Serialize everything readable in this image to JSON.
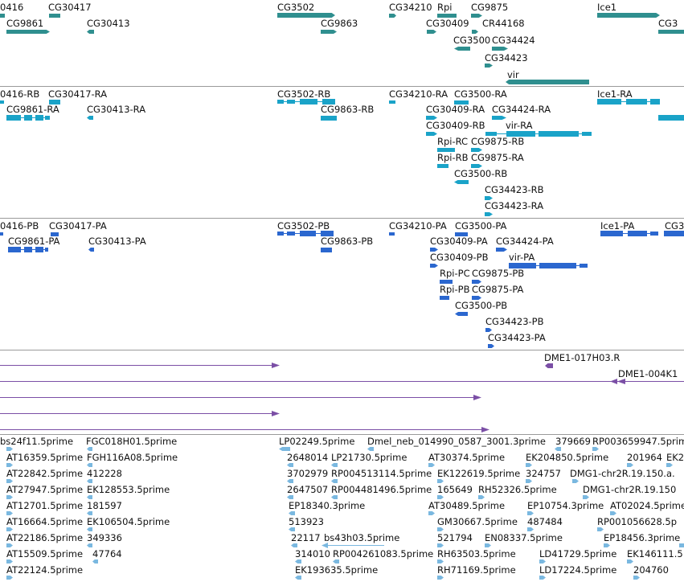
{
  "colors": {
    "gene": "#2f8f8f",
    "transcript": "#1aa3c8",
    "protein": "#2b67cf",
    "clone": "#7b4fa6",
    "est": "#7ab8e0",
    "divider": "#9a9a9a"
  },
  "tracks": [
    {
      "id": "genes",
      "color": "#2f8f8f",
      "features": [
        {
          "label": "0416",
          "dir": "right"
        },
        {
          "label": "CG30417",
          "dir": "left"
        },
        {
          "label": "CG3502",
          "dir": "right"
        },
        {
          "label": "CG34210",
          "dir": "right"
        },
        {
          "label": "Rpi",
          "dir": "right"
        },
        {
          "label": "CG9875",
          "dir": "right"
        },
        {
          "label": "Ice1",
          "dir": "right"
        },
        {
          "label": "CG9861",
          "dir": "right"
        },
        {
          "label": "CG30413",
          "dir": "left"
        },
        {
          "label": "CG9863",
          "dir": "right"
        },
        {
          "label": "CG30409",
          "dir": "right"
        },
        {
          "label": "CR44168",
          "dir": "right"
        },
        {
          "label": "CG3",
          "dir": "right"
        },
        {
          "label": "CG3500",
          "dir": "left"
        },
        {
          "label": "CG34424",
          "dir": "right"
        },
        {
          "label": "CG34423",
          "dir": "right"
        },
        {
          "label": "vir",
          "dir": "left"
        }
      ]
    },
    {
      "id": "transcripts",
      "color": "#1aa3c8",
      "features": [
        {
          "label": "0416-RB",
          "dir": "right"
        },
        {
          "label": "CG30417-RA",
          "dir": "left"
        },
        {
          "label": "CG3502-RB",
          "dir": "left"
        },
        {
          "label": "CG34210-RA",
          "dir": "right"
        },
        {
          "label": "CG3500-RA",
          "dir": "left"
        },
        {
          "label": "Ice1-RA",
          "dir": "right"
        },
        {
          "label": "CG9861-RA",
          "dir": "right"
        },
        {
          "label": "CG30413-RA",
          "dir": "left"
        },
        {
          "label": "CG9863-RB",
          "dir": "right"
        },
        {
          "label": "CG30409-RA",
          "dir": "right"
        },
        {
          "label": "CG34424-RA",
          "dir": "right"
        },
        {
          "label": "CG30409-RB",
          "dir": "right"
        },
        {
          "label": "vir-RA",
          "dir": "left"
        },
        {
          "label": "Rpi-RC",
          "dir": "right"
        },
        {
          "label": "CG9875-RB",
          "dir": "right"
        },
        {
          "label": "Rpi-RB",
          "dir": "right"
        },
        {
          "label": "CG9875-RA",
          "dir": "right"
        },
        {
          "label": "CG3500-RB",
          "dir": "left"
        },
        {
          "label": "CG34423-RB",
          "dir": "right"
        },
        {
          "label": "CG34423-RA",
          "dir": "right"
        }
      ]
    },
    {
      "id": "proteins",
      "color": "#2b67cf",
      "features": [
        {
          "label": "0416-PB",
          "dir": "right"
        },
        {
          "label": "CG30417-PA",
          "dir": "left"
        },
        {
          "label": "CG3502-PB",
          "dir": "left"
        },
        {
          "label": "CG34210-PA",
          "dir": "right"
        },
        {
          "label": "CG3500-PA",
          "dir": "left"
        },
        {
          "label": "Ice1-PA",
          "dir": "right"
        },
        {
          "label": "CG3",
          "dir": "right"
        },
        {
          "label": "CG9861-PA",
          "dir": "right"
        },
        {
          "label": "CG30413-PA",
          "dir": "left"
        },
        {
          "label": "CG9863-PB",
          "dir": "right"
        },
        {
          "label": "CG30409-PA",
          "dir": "right"
        },
        {
          "label": "CG34424-PA",
          "dir": "right"
        },
        {
          "label": "CG30409-PB",
          "dir": "right"
        },
        {
          "label": "vir-PA",
          "dir": "left"
        },
        {
          "label": "Rpi-PC",
          "dir": "right"
        },
        {
          "label": "CG9875-PB",
          "dir": "right"
        },
        {
          "label": "Rpi-PB",
          "dir": "right"
        },
        {
          "label": "CG9875-PA",
          "dir": "right"
        },
        {
          "label": "CG3500-PB",
          "dir": "left"
        },
        {
          "label": "CG34423-PB",
          "dir": "right"
        },
        {
          "label": "CG34423-PA",
          "dir": "right"
        }
      ]
    },
    {
      "id": "clones",
      "color": "#7b4fa6",
      "features": [
        {
          "label": "",
          "dir": "right"
        },
        {
          "label": "DME1-017H03.R",
          "dir": "left"
        },
        {
          "label": "DME1-004K1",
          "dir": "left"
        },
        {
          "label": "",
          "dir": "right"
        },
        {
          "label": "",
          "dir": "right"
        },
        {
          "label": "",
          "dir": "right"
        }
      ]
    },
    {
      "id": "ests",
      "color": "#7ab8e0",
      "features": [
        {
          "label": "bs24f11.5prime",
          "dir": "right"
        },
        {
          "label": "FGC018H01.5prime",
          "dir": "left"
        },
        {
          "label": "LP02249.5prime",
          "dir": "left"
        },
        {
          "label": "Dmel_neb_014990_0587_3001.3prime",
          "dir": "left"
        },
        {
          "label": "379669",
          "dir": "left"
        },
        {
          "label": "RP003659947.5prime",
          "dir": "right"
        },
        {
          "label": "AT16359.5prime",
          "dir": "right"
        },
        {
          "label": "FGH116A08.5prime",
          "dir": "left"
        },
        {
          "label": "2648014",
          "dir": "left"
        },
        {
          "label": "LP21730.5prime",
          "dir": "left"
        },
        {
          "label": "AT30374.5prime",
          "dir": "right"
        },
        {
          "label": "EK204850.5prime",
          "dir": "right"
        },
        {
          "label": "201964",
          "dir": "right"
        },
        {
          "label": "EK2",
          "dir": "right"
        },
        {
          "label": "AT22842.5prime",
          "dir": "right"
        },
        {
          "label": "412228",
          "dir": "left"
        },
        {
          "label": "3702979",
          "dir": "left"
        },
        {
          "label": "RP004513114.5prime",
          "dir": "left"
        },
        {
          "label": "EK122619.5prime",
          "dir": "right"
        },
        {
          "label": "324757",
          "dir": "right"
        },
        {
          "label": "DMG1-chr2R.19.150.a.",
          "dir": "right"
        },
        {
          "label": "AT27947.5prime",
          "dir": "right"
        },
        {
          "label": "EK128553.5prime",
          "dir": "left"
        },
        {
          "label": "2647507",
          "dir": "left"
        },
        {
          "label": "RP004481496.5prime",
          "dir": "left"
        },
        {
          "label": "165649",
          "dir": "right"
        },
        {
          "label": "RH52326.5prime",
          "dir": "right"
        },
        {
          "label": "DMG1-chr2R.19.150",
          "dir": "right"
        },
        {
          "label": "AT12701.5prime",
          "dir": "right"
        },
        {
          "label": "181597",
          "dir": "left"
        },
        {
          "label": "EP18340.3prime",
          "dir": "left"
        },
        {
          "label": "AT30489.5prime",
          "dir": "right"
        },
        {
          "label": "EP10754.3prime",
          "dir": "right"
        },
        {
          "label": "AT02024.5prime",
          "dir": "right"
        },
        {
          "label": "AT16664.5prime",
          "dir": "right"
        },
        {
          "label": "EK106504.5prime",
          "dir": "left"
        },
        {
          "label": "513923",
          "dir": "left"
        },
        {
          "label": "GM30667.5prime",
          "dir": "right"
        },
        {
          "label": "487484",
          "dir": "right"
        },
        {
          "label": "RP001056628.5p",
          "dir": "right"
        },
        {
          "label": "AT22186.5prime",
          "dir": "right"
        },
        {
          "label": "349336",
          "dir": "left"
        },
        {
          "label": "22117",
          "dir": "left"
        },
        {
          "label": "bs43h03.5prime",
          "dir": "left"
        },
        {
          "label": "521794",
          "dir": "right"
        },
        {
          "label": "EN08337.5prime",
          "dir": "right"
        },
        {
          "label": "EP18456.3prime",
          "dir": "right"
        },
        {
          "label": "AT15509.5prime",
          "dir": "right"
        },
        {
          "label": "47764",
          "dir": "left"
        },
        {
          "label": "314010",
          "dir": "left"
        },
        {
          "label": "RP004261083.5prime",
          "dir": "left"
        },
        {
          "label": "RH63503.5prime",
          "dir": "right"
        },
        {
          "label": "LD41729.5prime",
          "dir": "right"
        },
        {
          "label": "EK146111.5",
          "dir": "right"
        },
        {
          "label": "AT22124.5prime",
          "dir": "right"
        },
        {
          "label": "EK193635.5prime",
          "dir": "left"
        },
        {
          "label": "RH71169.5prime",
          "dir": "right"
        },
        {
          "label": "LD17224.5prime",
          "dir": "right"
        },
        {
          "label": "204760",
          "dir": "right"
        }
      ]
    }
  ]
}
